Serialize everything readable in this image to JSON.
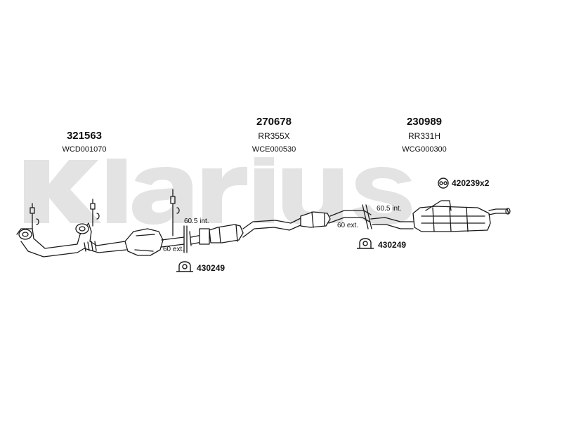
{
  "watermark": {
    "text": "Klarius",
    "color": "#e3e3e3"
  },
  "parts": {
    "front_pipe": {
      "number": "321563",
      "code": "WCD001070"
    },
    "centre_box": {
      "number": "270678",
      "name": "RR355X",
      "code": "WCE000530"
    },
    "rear_box": {
      "number": "230989",
      "name": "RR331H",
      "code": "WCG000300"
    }
  },
  "fittings": {
    "mount_rear": {
      "number": "420239x2",
      "icon": "rubber-mount-icon"
    },
    "clamp_mid": {
      "number": "430249",
      "icon": "clamp-icon"
    },
    "clamp_front": {
      "number": "430249",
      "icon": "clamp-icon"
    }
  },
  "dimensions": {
    "joint_front_int": "60.5 int.",
    "joint_front_ext": "60 ext.",
    "joint_rear_int": "60.5 int.",
    "joint_rear_ext": "60 ext."
  },
  "colors": {
    "line": "#1a1a1a",
    "pipe_fill": "#ffffff"
  }
}
